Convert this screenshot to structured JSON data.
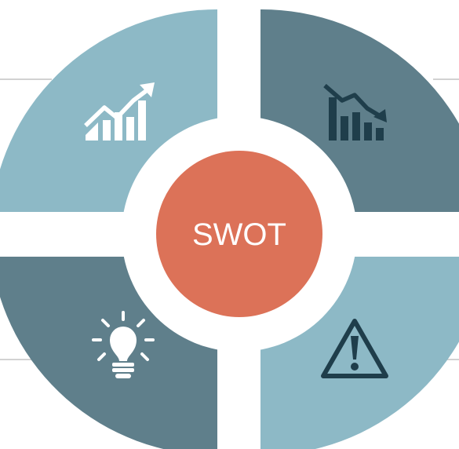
{
  "diagram": {
    "center_label": "SWOT",
    "colors": {
      "light_quadrant": "#8db9c6",
      "dark_quadrant": "#5f7f8b",
      "center_circle": "#dc7258",
      "gap": "#ffffff",
      "line": "#b8b8b8",
      "dark_icon": "#1f3e4b",
      "light_icon": "#ffffff"
    },
    "quadrants": [
      {
        "position": "top-left",
        "icon": "trend-up-chart-icon",
        "shade": "light"
      },
      {
        "position": "top-right",
        "icon": "trend-down-chart-icon",
        "shade": "dark"
      },
      {
        "position": "bottom-left",
        "icon": "lightbulb-icon",
        "shade": "dark"
      },
      {
        "position": "bottom-right",
        "icon": "warning-triangle-icon",
        "shade": "light"
      }
    ]
  }
}
